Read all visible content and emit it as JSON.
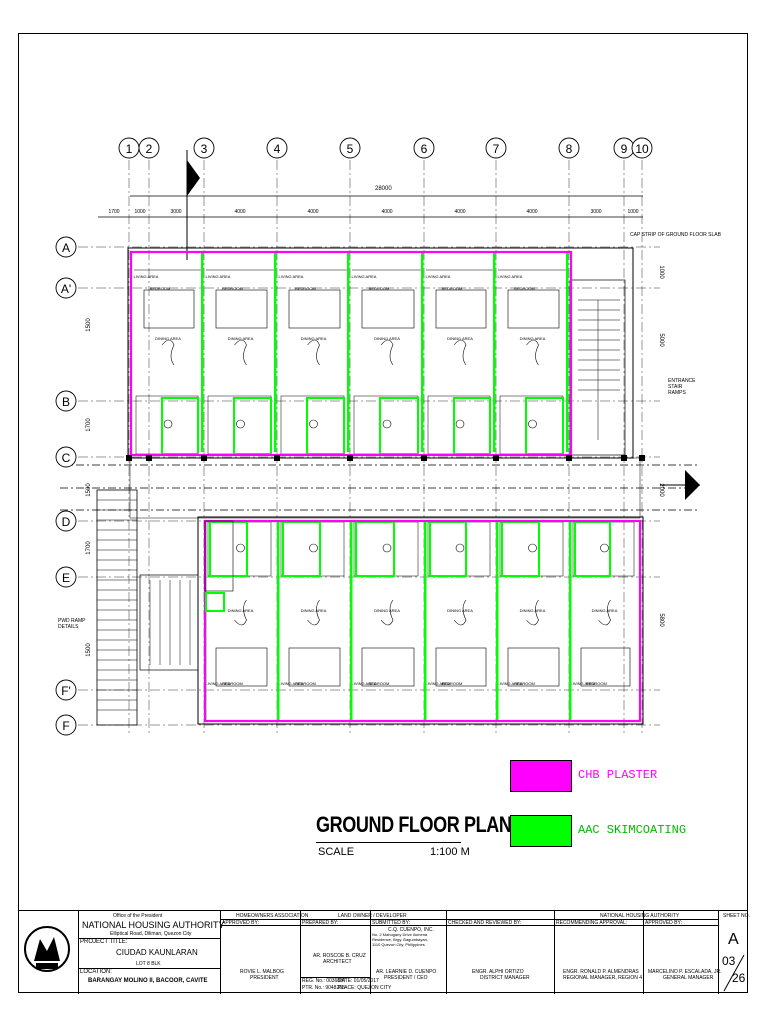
{
  "grid": {
    "columns": [
      "1",
      "2",
      "3",
      "4",
      "5",
      "6",
      "7",
      "8",
      "9",
      "10"
    ],
    "rows": [
      "A",
      "A'",
      "B",
      "C",
      "D",
      "E",
      "F'",
      "F"
    ],
    "overall_dimension": "28000",
    "bay_dimensions": [
      "1700",
      "1000",
      "3000",
      "4000",
      "4000",
      "4000",
      "4000",
      "4000",
      "3000",
      "1000"
    ],
    "right_dimensions": [
      "1000",
      "5000",
      "2000",
      "5800"
    ],
    "left_dimensions": [
      "1500",
      "1700",
      "1500",
      "1700",
      "1500"
    ]
  },
  "room_labels": {
    "bedroom": "BEDROOM",
    "dining": "DINING AREA",
    "living": "LIVING AREA"
  },
  "annotations": {
    "stairs_right": "ENTRANCE STAIR RAMPS",
    "stairs_left": "PWD RAMP DETAILS",
    "top_right": "CAP STRIP OF GROUND FLOOR SLAB"
  },
  "plan_title": "GROUND FLOOR PLAN",
  "scale_label": "SCALE",
  "scale_value": "1:100 M",
  "legend": [
    {
      "label": "CHB PLASTER",
      "color": "#ff00ff"
    },
    {
      "label": "AAC SKIMCOATING",
      "color": "#00ff00"
    }
  ],
  "title_block": {
    "office": "Office of the President",
    "agency": "NATIONAL HOUSING AUTHORITY",
    "agency_address": "Elliptical Road, Diliman, Quezon City",
    "project_title_label": "PROJECT TITLE:",
    "project_title": "CIUDAD KAUNLARAN",
    "lot": "LOT 8 BLK",
    "location_label": "LOCATION:",
    "location": "BARANGAY MOLINO II, BACOOR, CAVITE",
    "hoa_header": "HOMEOWNERS ASSOCIATION",
    "approved_by": "APPROVED BY:",
    "hoa_name": "ROVIE L. MALBOG",
    "hoa_role": "PRESIDENT",
    "land_owner_header": "LAND OWNER / DEVELOPER",
    "prepared_by": "PREPARED BY:",
    "architect": "AR. ROSCOE B. CRUZ",
    "architect_role": "ARCHITECT",
    "prc_label": "REG. No.:",
    "prc_value": "0036887",
    "ptr_label": "PTR. No.:",
    "ptr_value": "9048258",
    "date_label": "DATE:",
    "date_value": "01/05/2017",
    "place_label": "PLACE:",
    "place_value": "QUEZON CITY",
    "submitted_by": "SUBMITTED BY:",
    "developer": "C.Q. CUENPO, INC.",
    "developer_address": "No. 2 Mahogany Drive Ilumena Residence, Brgy. Bagumbayan, 1110 Quezon City, Philippines",
    "developer_pres": "AR. LEARNIE D. CUENPO",
    "developer_role": "PRESIDENT / CEO",
    "checked_by": "CHECKED AND REVIEWED BY:",
    "checker": "ENGR. ALPHI ORTIZO",
    "checker_role": "DISTRICT MANAGER",
    "nha_header": "NATIONAL HOUSING AUTHORITY",
    "recommending": "RECOMMENDING APPROVAL:",
    "recommender": "ENGR. RONALD P. ALMENDRAS",
    "recommender_role": "REGIONAL MANAGER, REGION 4",
    "approved_by2": "APPROVED BY:",
    "approver": "MARCELINO P. ESCALADA, JR.",
    "approver_role": "GENERAL MANAGER",
    "sheet_no_label": "SHEET NO.",
    "sheet_letter": "A",
    "sheet_num": "03",
    "sheet_total": "26"
  }
}
